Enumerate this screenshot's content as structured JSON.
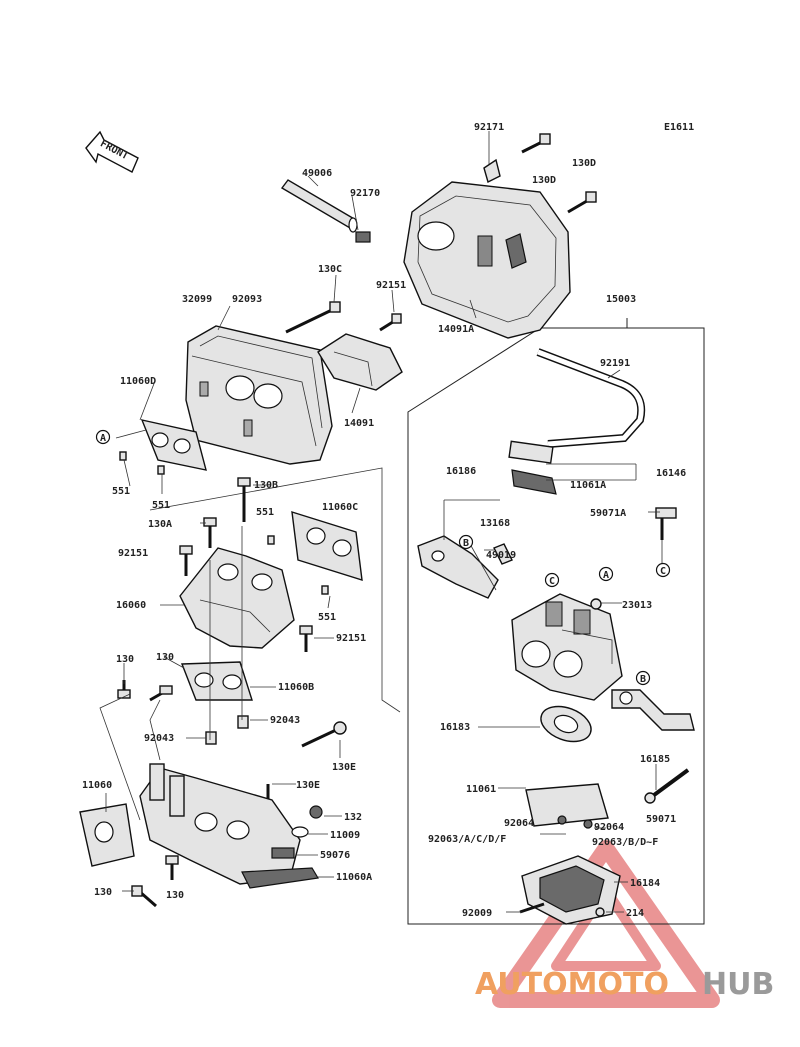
{
  "diagram": {
    "code": "E1611",
    "front_label": "FRONT",
    "parts": {
      "p92171": "92171",
      "p130d_1": "130D",
      "p130d_2": "130D",
      "p49006": "49006",
      "p92170": "92170",
      "p130c": "130C",
      "p92151_top": "92151",
      "p32099": "32099",
      "p92093": "92093",
      "p14091a": "14091A",
      "p15003": "15003",
      "p92191": "92191",
      "p11060d": "11060D",
      "p14091": "14091",
      "p551_a": "551",
      "p551_b": "551",
      "p130b": "130B",
      "p551_c": "551",
      "p11060c": "11060C",
      "p130a": "130A",
      "p16186": "16186",
      "p11061a": "11061A",
      "p16146": "16146",
      "p59071a": "59071A",
      "p13168": "13168",
      "p49019": "49019",
      "p92151_mid": "92151",
      "p16060": "16060",
      "p23013": "23013",
      "p551_d": "551",
      "p92151_right": "92151",
      "p130_a": "130",
      "p130_b": "130",
      "p11060b": "11060B",
      "p92043_a": "92043",
      "p92043_b": "92043",
      "p16183": "16183",
      "p130e_1": "130E",
      "p130e_2": "130E",
      "p16185": "16185",
      "p11060": "11060",
      "p11061": "11061",
      "p132": "132",
      "p92064_a": "92064",
      "p92064_b": "92064",
      "p59071": "59071",
      "p11009": "11009",
      "p92063_acdf": "92063/A/C/D/F",
      "p92063_bdf": "92063/B/D~F",
      "p59076": "59076",
      "p11060a": "11060A",
      "p16184": "16184",
      "p130_c": "130",
      "p130_d": "130",
      "p92009": "92009",
      "p214": "214"
    },
    "refs": {
      "a": "A",
      "b": "B",
      "c": "C"
    }
  },
  "watermark": {
    "part1": "AUTOMOTO",
    "part2": "HUB",
    "color1": "#f0a060",
    "color2": "#9a9a9a",
    "triangle_color": "#d94040"
  }
}
